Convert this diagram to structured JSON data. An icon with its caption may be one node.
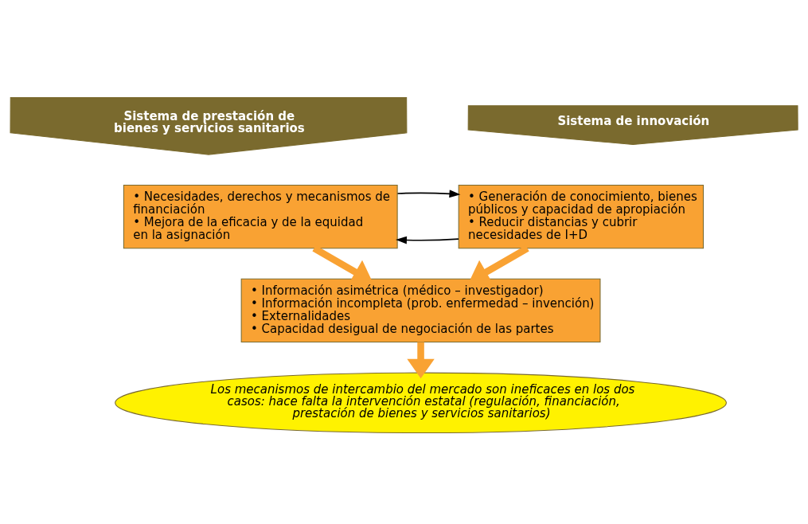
{
  "diagram": {
    "nodes": [
      {
        "text": [
          "Sistema de prestación de bienes y servicios sanitarios"
        ]
      },
      {
        "text": [
          "Sistema de innovación"
        ]
      },
      {
        "text": [
          "• Necesidades, derechos y mecanismos de financiación",
          "• Mejora de la eficacia y de la equidad en la asignación"
        ]
      },
      {
        "text": [
          "• Generación de conocimiento, bienes públicos y capacidad de apropiación",
          "• Reducir distancias y cubrir necesidades de I+D"
        ]
      },
      {
        "text": [
          "• Información asimétrica (médico – investigador)",
          "• Información incompleta (prob. enfermedad – invención)",
          "• Externalidades",
          "• Capacidad desigual de negociación de las partes"
        ]
      },
      {
        "text": [
          "Los mecanismos de intercambio del mercado son ineficaces en los dos casos: hace falta la intervención estatal (regulación, financiación, prestación de bienes y servicios sanitarios)"
        ]
      }
    ],
    "edges": [
      {
        "from": 3,
        "to": 2,
        "arrow": "to",
        "color": "#000000"
      },
      {
        "from": 2,
        "to": 3,
        "arrow": "to",
        "color": "#000000"
      },
      {
        "from": 2,
        "to": 4,
        "arrow": "to"
      },
      {
        "from": 3,
        "to": 4,
        "arrow": "to"
      },
      {
        "from": 4,
        "to": 5,
        "arrow": "to"
      }
    ]
  }
}
